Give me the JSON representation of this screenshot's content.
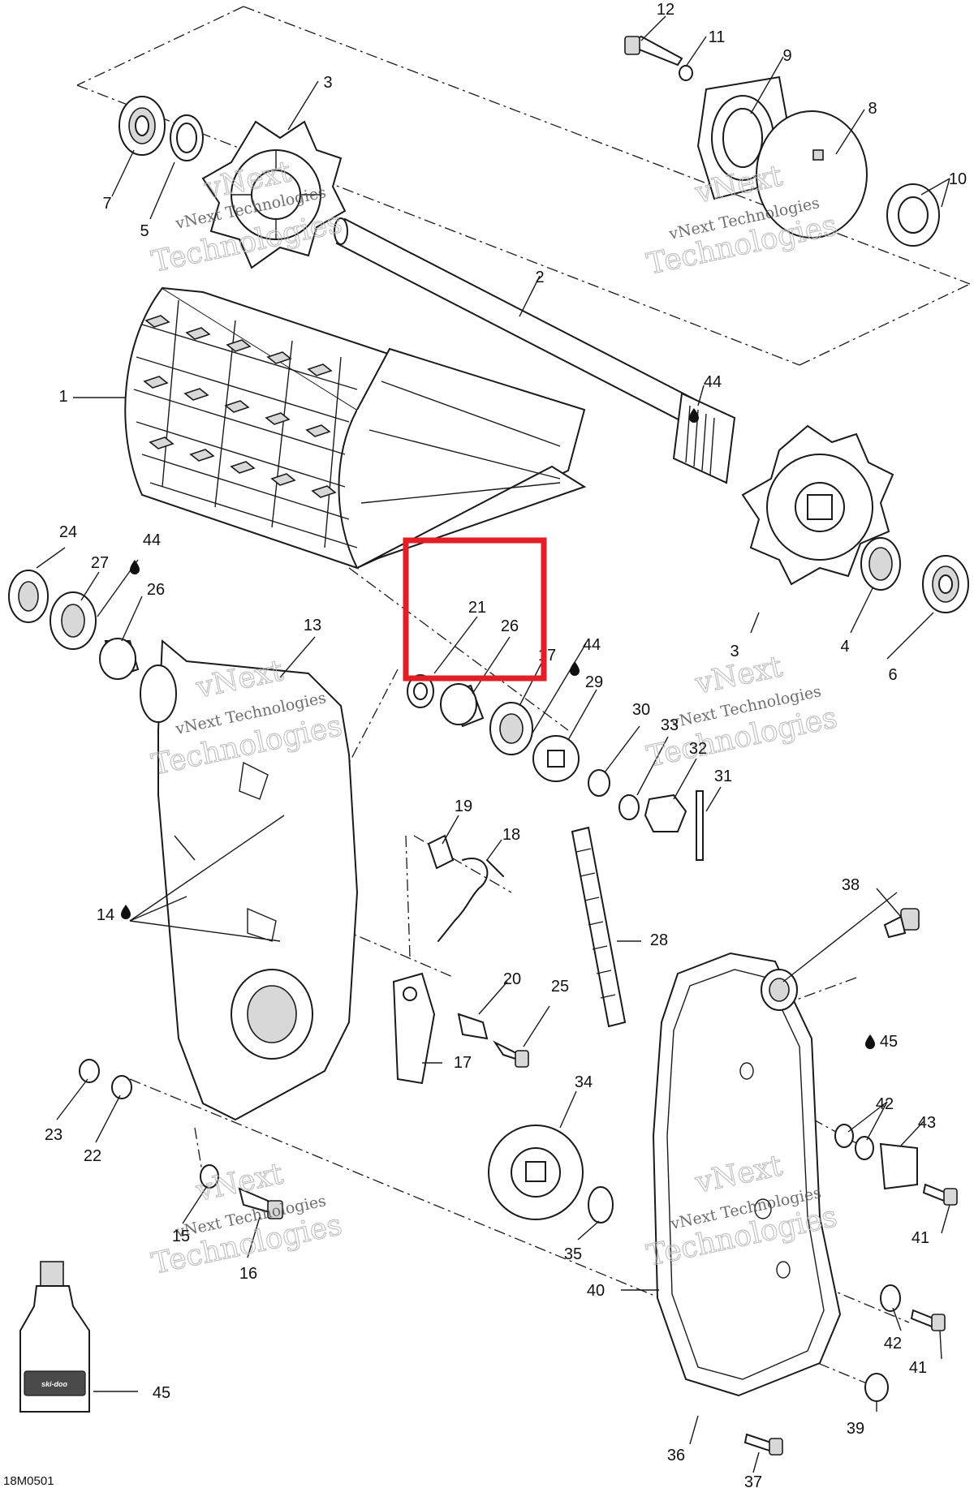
{
  "figure_ref": "18M0501",
  "watermark": {
    "line1": "vNext Technologies",
    "line2": "Technologies",
    "line3": "vNext"
  },
  "highlight": {
    "color": "#e41e26",
    "parts": [
      "21",
      "26"
    ]
  },
  "bottle_brand": "ski-doo",
  "callouts": [
    {
      "id": "c1",
      "label": "1"
    },
    {
      "id": "c2",
      "label": "2"
    },
    {
      "id": "c3a",
      "label": "3"
    },
    {
      "id": "c3b",
      "label": "3"
    },
    {
      "id": "c4",
      "label": "4"
    },
    {
      "id": "c5",
      "label": "5"
    },
    {
      "id": "c6",
      "label": "6"
    },
    {
      "id": "c7",
      "label": "7"
    },
    {
      "id": "c8",
      "label": "8"
    },
    {
      "id": "c9",
      "label": "9"
    },
    {
      "id": "c10",
      "label": "10"
    },
    {
      "id": "c11",
      "label": "11"
    },
    {
      "id": "c12",
      "label": "12"
    },
    {
      "id": "c13",
      "label": "13"
    },
    {
      "id": "c14",
      "label": "14"
    },
    {
      "id": "c15",
      "label": "15"
    },
    {
      "id": "c16",
      "label": "16"
    },
    {
      "id": "c17a",
      "label": "17"
    },
    {
      "id": "c17b",
      "label": "17"
    },
    {
      "id": "c18",
      "label": "18"
    },
    {
      "id": "c19",
      "label": "19"
    },
    {
      "id": "c20",
      "label": "20"
    },
    {
      "id": "c21",
      "label": "21"
    },
    {
      "id": "c22",
      "label": "22"
    },
    {
      "id": "c23",
      "label": "23"
    },
    {
      "id": "c24",
      "label": "24"
    },
    {
      "id": "c25",
      "label": "25"
    },
    {
      "id": "c26a",
      "label": "26"
    },
    {
      "id": "c26b",
      "label": "26"
    },
    {
      "id": "c27",
      "label": "27"
    },
    {
      "id": "c28",
      "label": "28"
    },
    {
      "id": "c29",
      "label": "29"
    },
    {
      "id": "c30",
      "label": "30"
    },
    {
      "id": "c31",
      "label": "31"
    },
    {
      "id": "c32",
      "label": "32"
    },
    {
      "id": "c33",
      "label": "33"
    },
    {
      "id": "c34",
      "label": "34"
    },
    {
      "id": "c35",
      "label": "35"
    },
    {
      "id": "c36",
      "label": "36"
    },
    {
      "id": "c37",
      "label": "37"
    },
    {
      "id": "c38",
      "label": "38"
    },
    {
      "id": "c39",
      "label": "39"
    },
    {
      "id": "c40",
      "label": "40"
    },
    {
      "id": "c41a",
      "label": "41"
    },
    {
      "id": "c41b",
      "label": "41"
    },
    {
      "id": "c42a",
      "label": "42"
    },
    {
      "id": "c42b",
      "label": "42"
    },
    {
      "id": "c43",
      "label": "43"
    },
    {
      "id": "c44a",
      "label": "44"
    },
    {
      "id": "c44b",
      "label": "44"
    },
    {
      "id": "c44c",
      "label": "44"
    },
    {
      "id": "c45a",
      "label": "45"
    },
    {
      "id": "c45b",
      "label": "45"
    }
  ]
}
